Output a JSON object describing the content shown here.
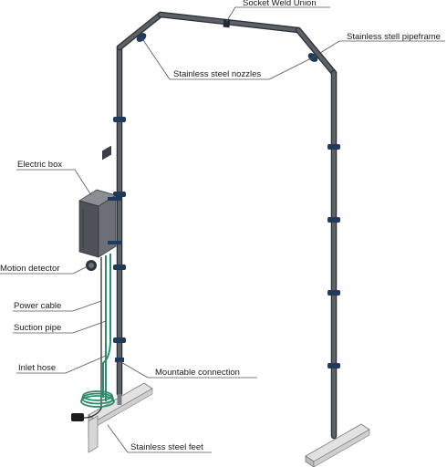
{
  "labels": {
    "socket_weld_union": "Socket Weld Union",
    "pipeframe": "Stainless stell pipeframe",
    "nozzles": "Stainless steel nozzles",
    "electric_box": "Electric box",
    "motion_detector": "Motion detector",
    "power_cable": "Power cable",
    "suction_pipe": "Suction pipe",
    "inlet_hose": "Inlet hose",
    "mountable_connection": "Mountable connection",
    "feet": "Stainless steel feet"
  },
  "colors": {
    "pipe": "#4a4f55",
    "pipe_edge": "#2b2f33",
    "nozzle": "#1f3a5a",
    "hose": "#2e8a6a",
    "box": "#5a5f66",
    "foot": "#c9c9c9"
  }
}
